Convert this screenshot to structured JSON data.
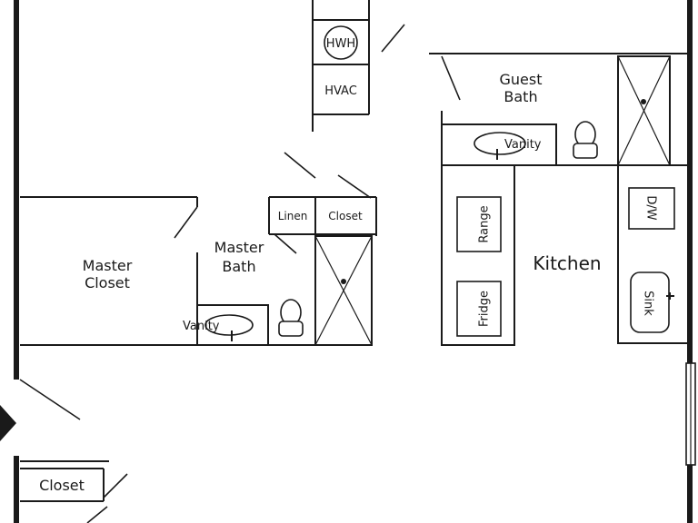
{
  "labels": {
    "hwh": "HWH",
    "hvac": "HVAC",
    "guest_bath": [
      "Guest",
      "Bath"
    ],
    "guest_vanity": "Vanity",
    "linen": "Linen",
    "closet_top": "Closet",
    "master_bath": [
      "Master",
      "Bath"
    ],
    "master_closet": [
      "Master",
      "Closet"
    ],
    "master_vanity": "Vanity",
    "range": "Range",
    "fridge": "Fridge",
    "kitchen": "Kitchen",
    "dishwasher": "D/W",
    "sink": "Sink",
    "closet_bottom": "Closet"
  },
  "colors": {
    "line": "#1a1a1a",
    "background": "#ffffff"
  }
}
